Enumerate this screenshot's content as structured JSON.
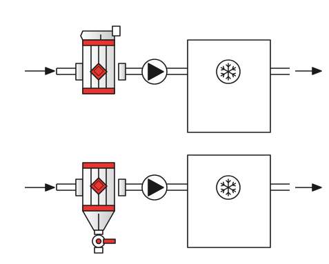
{
  "diagram": {
    "colors": {
      "line": "#1a1a1a",
      "accent": "#e8352e",
      "light_gray": "#e6e6e6",
      "mid_gray": "#c4c4c4",
      "background": "#ffffff"
    },
    "rows": [
      {
        "id": "top-row",
        "components": [
          "inlet-arrow",
          "separator-with-vent",
          "pump",
          "cooling-unit",
          "outlet-arrow"
        ],
        "cooling_icon": "snowflake-icon"
      },
      {
        "id": "bottom-row",
        "components": [
          "inlet-arrow",
          "separator-with-drain-valve",
          "pump",
          "cooling-unit",
          "outlet-arrow"
        ],
        "cooling_icon": "snowflake-icon"
      }
    ]
  }
}
